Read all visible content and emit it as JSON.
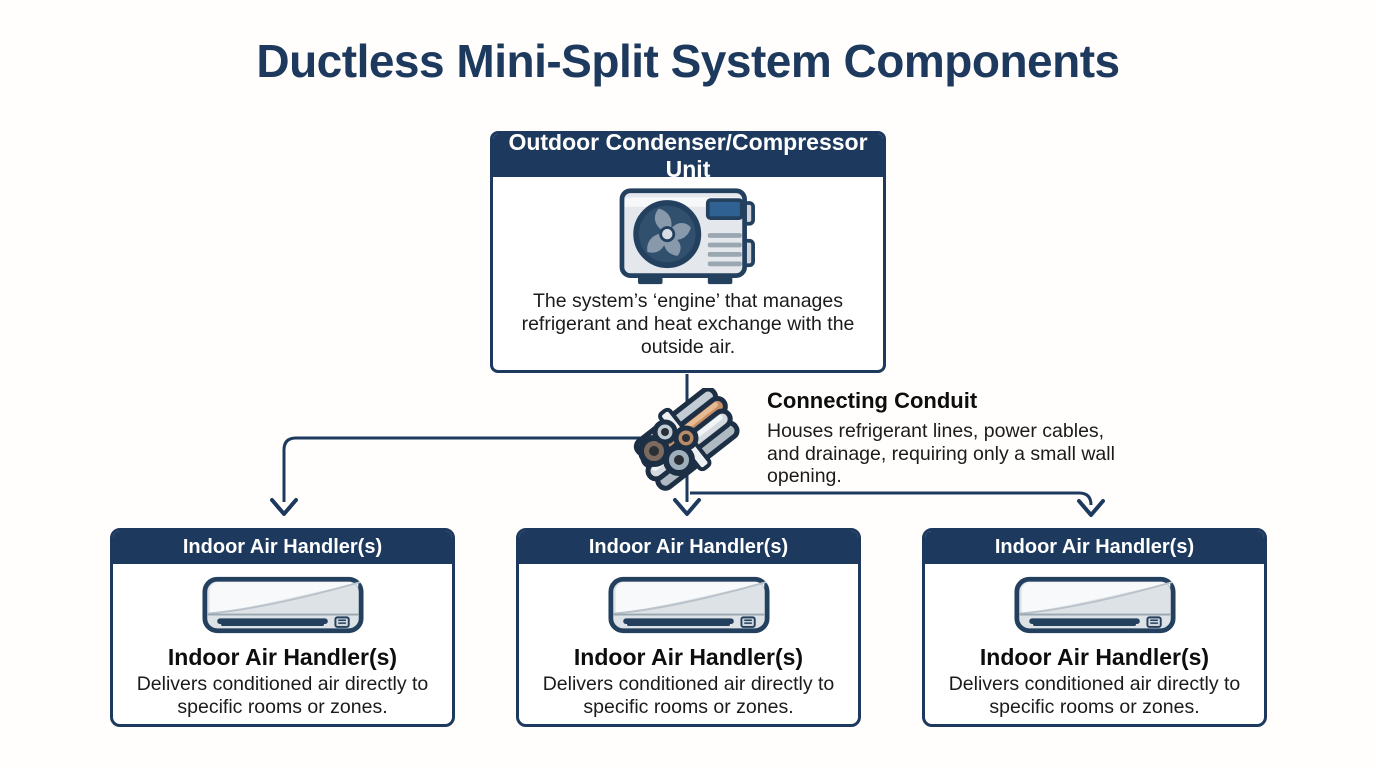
{
  "title": "Ductless Mini-Split System Components",
  "theme": {
    "navy": "#1d3a5e",
    "text_dark": "#1b1b1b",
    "panel_blue": "#2f6292",
    "copper": "#c79067",
    "icon_gray": "#e4e8ec",
    "background": "#fffefc"
  },
  "outdoor_unit": {
    "header": "Outdoor Condenser/Compressor Unit",
    "icon": "outdoor-condenser-icon",
    "description": "The system’s ‘engine’ that manages refrigerant and heat exchange with the outside air."
  },
  "conduit": {
    "title": "Connecting Conduit",
    "icon": "conduit-pipes-icon",
    "description": "Houses refrigerant lines, power cables, and drainage, requiring only a small wall opening."
  },
  "indoor_units": [
    {
      "header": "Indoor Air Handler(s)",
      "icon": "indoor-air-handler-icon",
      "title": "Indoor Air Handler(s)",
      "description": "Delivers conditioned air directly to specific rooms or zones."
    },
    {
      "header": "Indoor Air Handler(s)",
      "icon": "indoor-air-handler-icon",
      "title": "Indoor Air Handler(s)",
      "description": "Delivers conditioned air directly to specific rooms or zones."
    },
    {
      "header": "Indoor Air Handler(s)",
      "icon": "indoor-air-handler-icon",
      "title": "Indoor Air Handler(s)",
      "description": "Delivers conditioned air directly to specific rooms or zones."
    }
  ]
}
